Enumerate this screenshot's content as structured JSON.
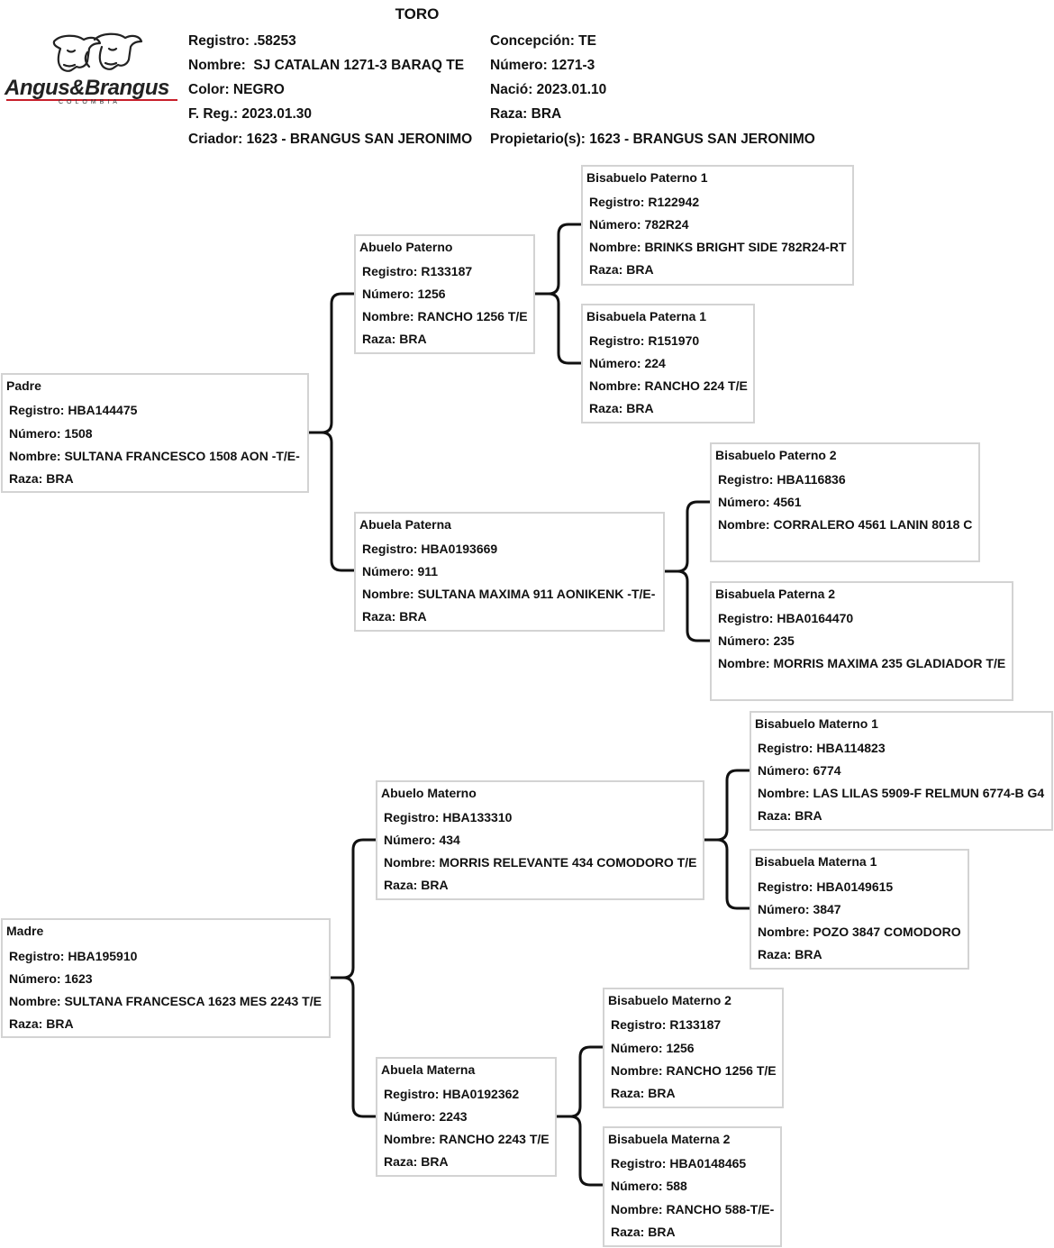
{
  "header": {
    "title": "TORO",
    "logo": {
      "text": "Angus&Brangus",
      "subtitle": "COLOMBIA",
      "icon": "cattle-heads-icon"
    },
    "left": [
      "Registro: .58253",
      "Nombre:  SJ CATALAN 1271-3 BARAQ TE",
      "Color: NEGRO",
      "F. Reg.: 2023.01.30",
      "Criador: 1623 - BRANGUS SAN JERONIMO"
    ],
    "right": [
      "Concepción: TE",
      "Número: 1271-3",
      "Nació: 2023.01.10",
      "Raza: BRA",
      "Propietario(s): 1623 - BRANGUS SAN JERONIMO"
    ]
  },
  "pedigree": {
    "padre": {
      "title": "Padre",
      "lines": [
        "Registro: HBA144475",
        "Número: 1508",
        "Nombre: SULTANA FRANCESCO 1508 AON -T/E-",
        "Raza: BRA"
      ]
    },
    "abuelo_paterno": {
      "title": "Abuelo Paterno",
      "lines": [
        "Registro: R133187",
        "Número: 1256",
        "Nombre: RANCHO 1256 T/E",
        "Raza: BRA"
      ]
    },
    "abuela_paterna": {
      "title": "Abuela Paterna",
      "lines": [
        "Registro: HBA0193669",
        "Número: 911",
        "Nombre: SULTANA MAXIMA 911 AONIKENK -T/E-",
        "Raza: BRA"
      ]
    },
    "bisabuelo_paterno_1": {
      "title": "Bisabuelo Paterno 1",
      "lines": [
        "Registro: R122942",
        "Número: 782R24",
        "Nombre: BRINKS BRIGHT SIDE 782R24-RT",
        "Raza: BRA"
      ]
    },
    "bisabuela_paterna_1": {
      "title": "Bisabuela Paterna 1",
      "lines": [
        "Registro: R151970",
        "Número: 224",
        "Nombre: RANCHO 224 T/E",
        "Raza: BRA"
      ]
    },
    "bisabuelo_paterno_2": {
      "title": "Bisabuelo Paterno 2",
      "lines": [
        "Registro: HBA116836",
        "Número: 4561",
        "Nombre: CORRALERO 4561 LANIN 8018 C"
      ]
    },
    "bisabuela_paterna_2": {
      "title": "Bisabuela Paterna 2",
      "lines": [
        "Registro: HBA0164470",
        "Número: 235",
        "Nombre: MORRIS MAXIMA 235 GLADIADOR T/E"
      ]
    },
    "madre": {
      "title": "Madre",
      "lines": [
        "Registro: HBA195910",
        "Número: 1623",
        "Nombre: SULTANA FRANCESCA 1623 MES 2243 T/E",
        "Raza: BRA"
      ]
    },
    "abuelo_materno": {
      "title": "Abuelo Materno",
      "lines": [
        "Registro: HBA133310",
        "Número: 434",
        "Nombre: MORRIS RELEVANTE 434 COMODORO T/E",
        "Raza: BRA"
      ]
    },
    "abuela_materna": {
      "title": "Abuela Materna",
      "lines": [
        "Registro: HBA0192362",
        "Número: 2243",
        "Nombre: RANCHO 2243 T/E",
        "Raza: BRA"
      ]
    },
    "bisabuelo_materno_1": {
      "title": "Bisabuelo Materno 1",
      "lines": [
        "Registro: HBA114823",
        "Número: 6774",
        "Nombre: LAS LILAS 5909-F RELMUN 6774-B G4",
        "Raza: BRA"
      ]
    },
    "bisabuela_materna_1": {
      "title": "Bisabuela Materna 1",
      "lines": [
        "Registro: HBA0149615",
        "Número: 3847",
        "Nombre: POZO 3847 COMODORO",
        "Raza: BRA"
      ]
    },
    "bisabuelo_materno_2": {
      "title": "Bisabuelo Materno 2",
      "lines": [
        "Registro: R133187",
        "Número: 1256",
        "Nombre: RANCHO 1256 T/E",
        "Raza: BRA"
      ]
    },
    "bisabuela_materna_2": {
      "title": "Bisabuela Materna 2",
      "lines": [
        "Registro: HBA0148465",
        "Número: 588",
        "Nombre: RANCHO 588-T/E-",
        "Raza: BRA"
      ]
    }
  }
}
